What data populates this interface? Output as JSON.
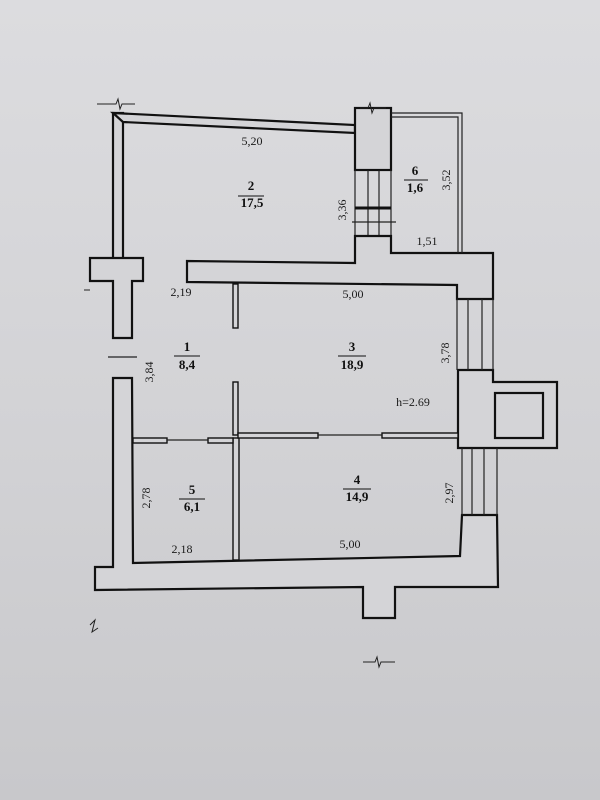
{
  "rooms": [
    {
      "number": "1",
      "area": "8,4"
    },
    {
      "number": "2",
      "area": "17,5"
    },
    {
      "number": "3",
      "area": "18,9"
    },
    {
      "number": "4",
      "area": "14,9"
    },
    {
      "number": "5",
      "area": "6,1"
    },
    {
      "number": "6",
      "area": "1,6"
    }
  ],
  "dimensions": {
    "room2_width": "5,20",
    "room2_stair": "3,36",
    "room6_height": "3,52",
    "room6_width": "1,51",
    "room1_width": "2,19",
    "room1_height": "3,84",
    "room3_width": "5,00",
    "room3_height": "3,78",
    "ceiling_height": "h=2.69",
    "room5_height": "2,78",
    "room5_width": "2,18",
    "room4_width": "5,00",
    "room4_height": "2,97"
  }
}
